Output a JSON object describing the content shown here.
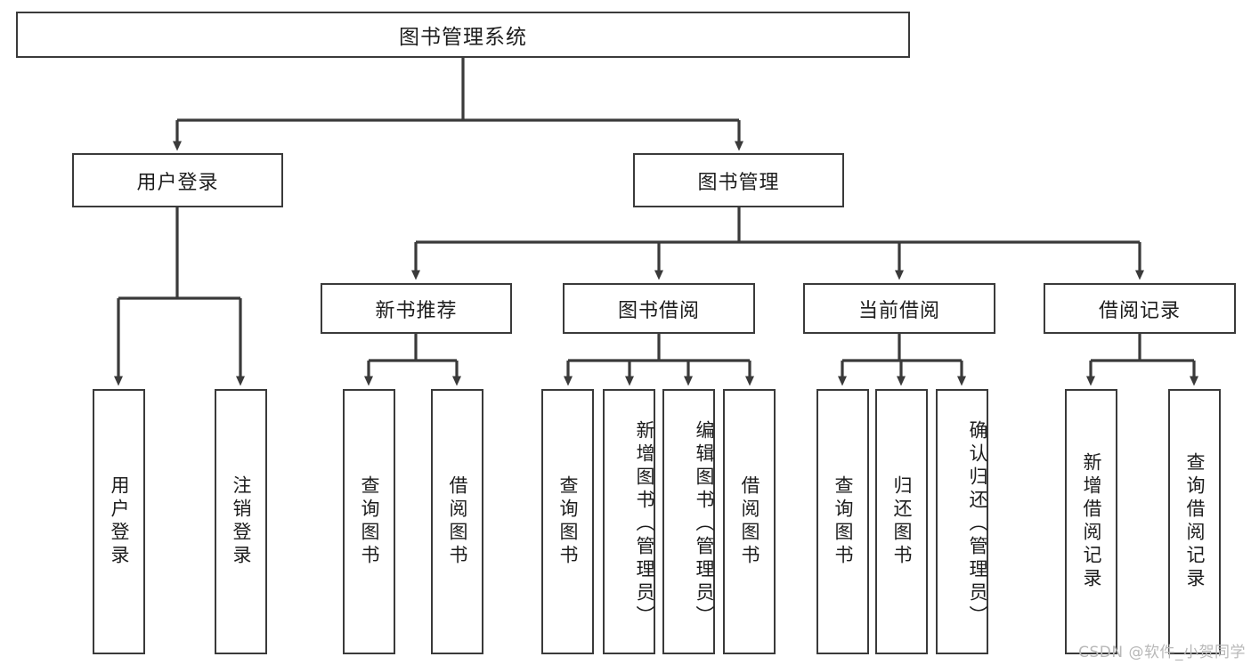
{
  "diagram": {
    "title": "图书管理系统",
    "type": "hierarchy-tree",
    "orientation": "top-down",
    "watermark": "CSDN @软件_小贺同学",
    "colors": {
      "border": "#3a3a3a",
      "background": "#ffffff",
      "text": "#1d1d1d",
      "watermark": "#b8b8b8"
    },
    "nodes": {
      "root": {
        "label": "图书管理系统"
      },
      "level1": [
        {
          "id": "user-login",
          "label": "用户登录"
        },
        {
          "id": "book-mgmt",
          "label": "图书管理"
        }
      ],
      "level2": [
        {
          "id": "new-book-rec",
          "label": "新书推荐"
        },
        {
          "id": "book-borrow",
          "label": "图书借阅"
        },
        {
          "id": "current-borrow",
          "label": "当前借阅"
        },
        {
          "id": "borrow-record",
          "label": "借阅记录"
        }
      ],
      "leaves": {
        "user_login": [
          {
            "id": "leaf-user-login",
            "label": "用户登录"
          },
          {
            "id": "leaf-logout-login",
            "label": "注销登录"
          }
        ],
        "new_book_rec": [
          {
            "id": "leaf-query-book-1",
            "label": "查询图书"
          },
          {
            "id": "leaf-borrow-book-1",
            "label": "借阅图书"
          }
        ],
        "book_borrow": [
          {
            "id": "leaf-query-book-2",
            "label": "查询图书"
          },
          {
            "id": "leaf-add-book",
            "label": "新增图书（管理员）"
          },
          {
            "id": "leaf-edit-book",
            "label": "编辑图书（管理员）"
          },
          {
            "id": "leaf-borrow-book-2",
            "label": "借阅图书"
          }
        ],
        "current_borrow": [
          {
            "id": "leaf-query-book-3",
            "label": "查询图书"
          },
          {
            "id": "leaf-return-book",
            "label": "归还图书"
          },
          {
            "id": "leaf-confirm-return",
            "label": "确认归还（管理员）"
          }
        ],
        "borrow_record": [
          {
            "id": "leaf-add-record",
            "label": "新增借阅记录"
          },
          {
            "id": "leaf-query-record",
            "label": "查询借阅记录"
          }
        ]
      }
    }
  }
}
